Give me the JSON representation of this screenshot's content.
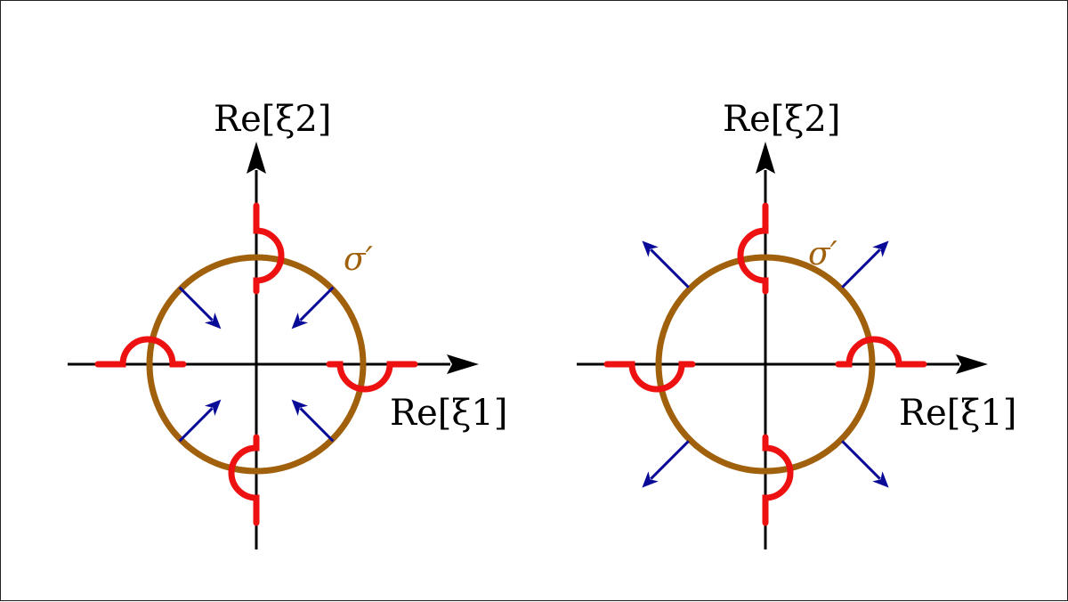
{
  "colors": {
    "axis": "#000000",
    "contour": "#a0600c",
    "cut": "#ee1111",
    "arrow": "#0a0a99",
    "background": "#ffffff"
  },
  "panels": [
    {
      "name": "left-panel",
      "flow": "inward",
      "y_axis_label": "Re[ξ2]",
      "x_axis_label": "Re[ξ1]",
      "contour_label": "σ′"
    },
    {
      "name": "right-panel",
      "flow": "outward",
      "y_axis_label": "Re[ξ2]",
      "x_axis_label": "Re[ξ1]",
      "contour_label": "σ′"
    }
  ]
}
